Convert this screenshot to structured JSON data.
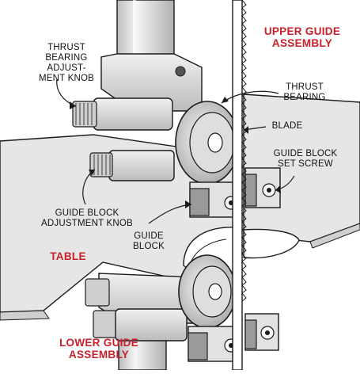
{
  "labels": {
    "upper_guide_assembly": "UPPER GUIDE\nASSEMBLY",
    "thrust_bearing_adjustment_knob": "THRUST\nBEARING\nADJUST-\nMENT KNOB",
    "thrust_bearing": "THRUST\nBEARING",
    "blade": "BLADE",
    "guide_block_set_screw": "GUIDE BLOCK\nSET SCREW",
    "guide_block_adjustment_knob": "GUIDE BLOCK\nADJUSTMENT KNOB",
    "guide_block": "GUIDE\nBLOCK",
    "table": "TABLE",
    "lower_guide_assembly": "LOWER GUIDE\nASSEMBLY"
  },
  "colors": {
    "label_accent": "#c8202a",
    "text": "#111111",
    "line": "#1a1a1a",
    "table_fill": "#e6e6e6",
    "metal_light": "#ececec",
    "metal_mid": "#d2d2d2",
    "metal_dark": "#a8a8a8",
    "block_gray": "#9a9a9a"
  }
}
